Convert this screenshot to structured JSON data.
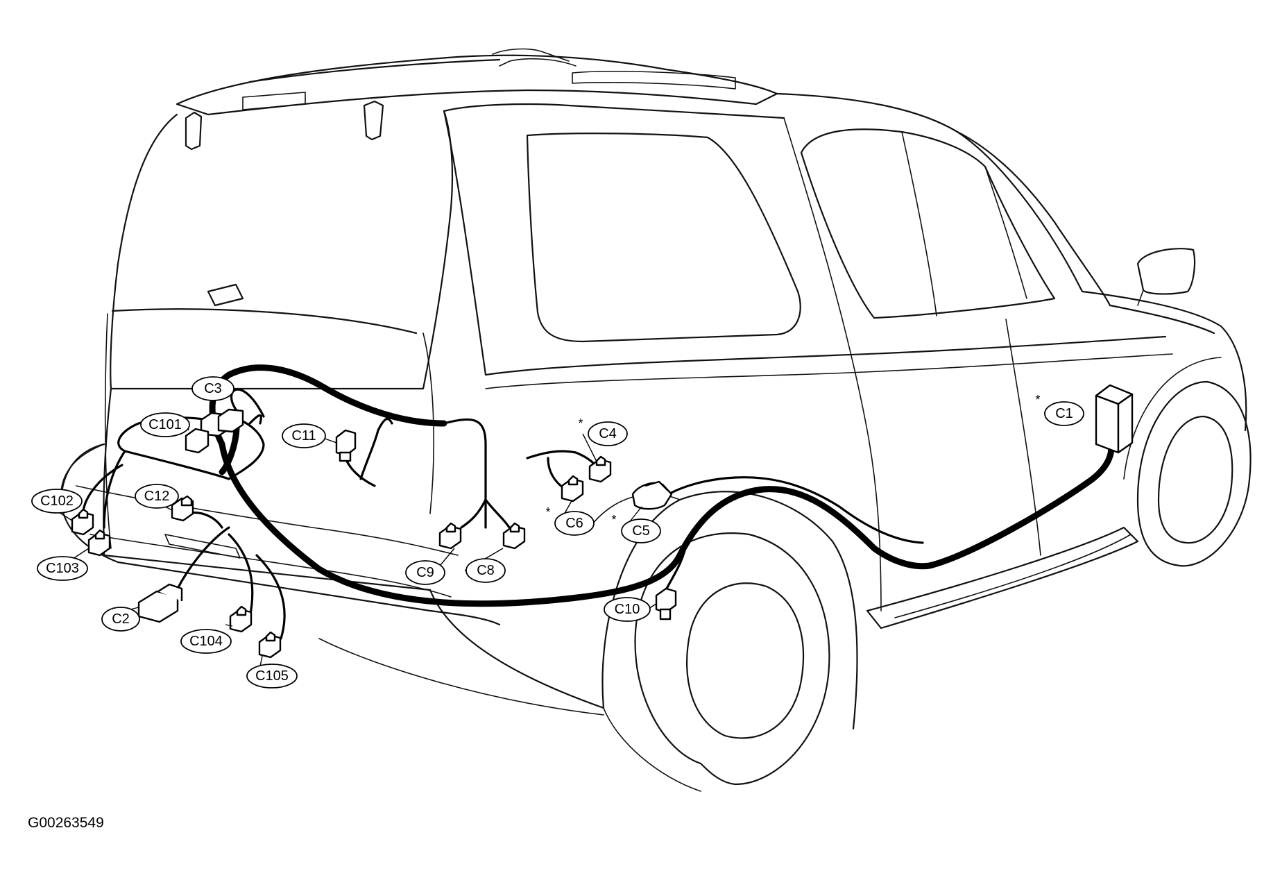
{
  "figure_id": "G00263549",
  "connectors": [
    {
      "id": "c1",
      "label": "C1",
      "starred": true
    },
    {
      "id": "c2",
      "label": "C2",
      "starred": false
    },
    {
      "id": "c3",
      "label": "C3",
      "starred": false
    },
    {
      "id": "c4",
      "label": "C4",
      "starred": true
    },
    {
      "id": "c5",
      "label": "C5",
      "starred": true
    },
    {
      "id": "c6",
      "label": "C6",
      "starred": true
    },
    {
      "id": "c8",
      "label": "C8",
      "starred": false
    },
    {
      "id": "c9",
      "label": "C9",
      "starred": false
    },
    {
      "id": "c10",
      "label": "C10",
      "starred": false
    },
    {
      "id": "c11",
      "label": "C11",
      "starred": false
    },
    {
      "id": "c12",
      "label": "C12",
      "starred": false
    },
    {
      "id": "c101",
      "label": "C101",
      "starred": false
    },
    {
      "id": "c102",
      "label": "C102",
      "starred": false
    },
    {
      "id": "c103",
      "label": "C103",
      "starred": false
    },
    {
      "id": "c104",
      "label": "C104",
      "starred": false
    },
    {
      "id": "c105",
      "label": "C105",
      "starred": false
    }
  ]
}
